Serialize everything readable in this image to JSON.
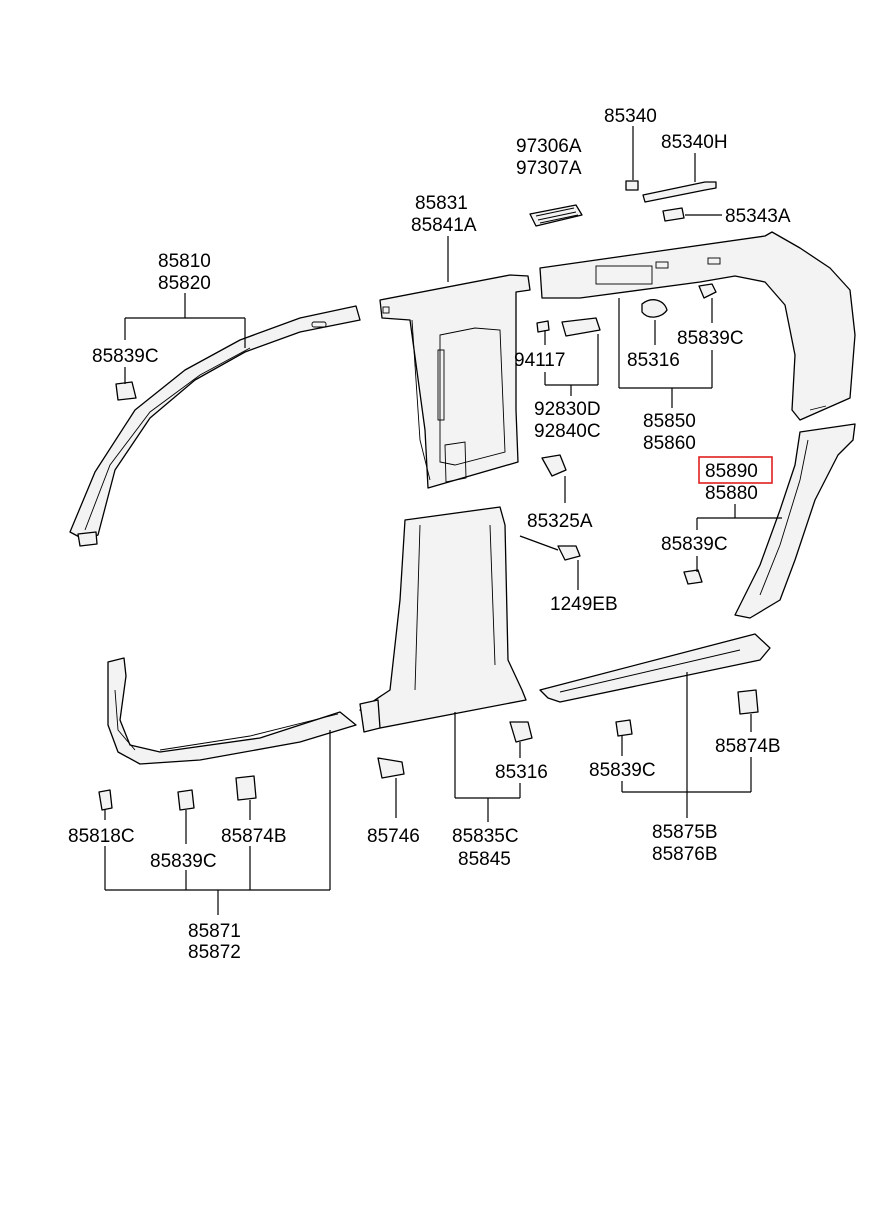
{
  "labels": {
    "p85340": "85340",
    "p85340H": "85340H",
    "p97306A": "97306A",
    "p97307A": "97307A",
    "p85343A": "85343A",
    "p85831": "85831",
    "p85841A": "85841A",
    "p85810": "85810",
    "p85820": "85820",
    "p85839C_a": "85839C",
    "p94117": "94117",
    "p85316_a": "85316",
    "p85839C_b": "85839C",
    "p92830D": "92830D",
    "p92840C": "92840C",
    "p85850": "85850",
    "p85860": "85860",
    "p85890": "85890",
    "p85880": "85880",
    "p85325A": "85325A",
    "p85839C_c": "85839C",
    "p1249EB": "1249EB",
    "p85316_b": "85316",
    "p85839C_d": "85839C",
    "p85874B_a": "85874B",
    "p85818C": "85818C",
    "p85839C_e": "85839C",
    "p85874B_b": "85874B",
    "p85746": "85746",
    "p85835C": "85835C",
    "p85845": "85845",
    "p85875B": "85875B",
    "p85876B": "85876B",
    "p85871": "85871",
    "p85872": "85872"
  },
  "highlighted_part": "85890",
  "colors": {
    "highlight": "#e02020",
    "line": "#000000"
  }
}
